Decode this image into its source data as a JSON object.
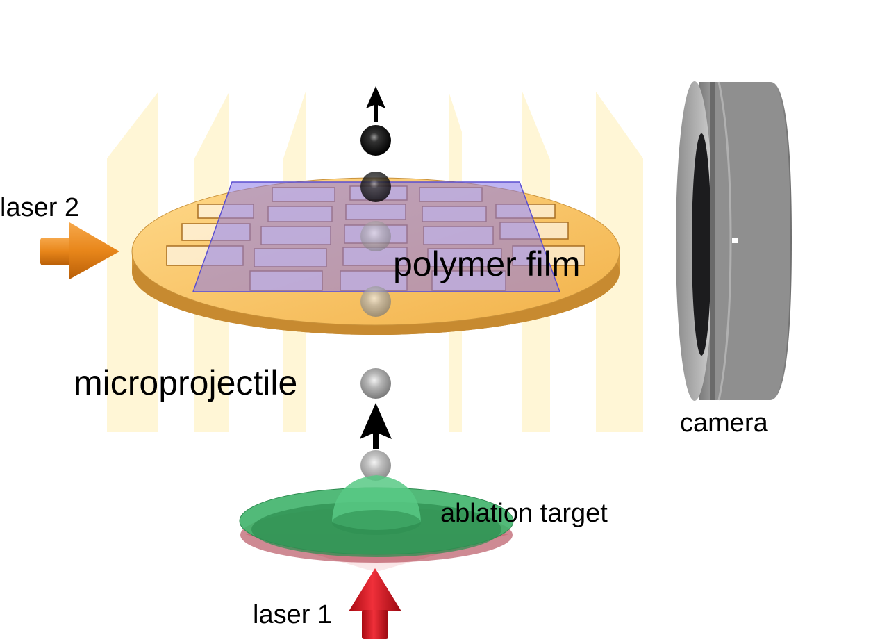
{
  "labels": {
    "laser2": "laser 2",
    "polymer_film": "polymer film",
    "microprojectile": "microprojectile",
    "camera": "camera",
    "ablation_target": "ablation target",
    "laser1": "laser 1"
  },
  "colors": {
    "laser2_arrow": "#e8861a",
    "laser1_arrow": "#d0101a",
    "grid_disc": "#f7c66a",
    "polymer_film": "#8a78e8",
    "ablation_target": "#3fb26a",
    "camera_body": "#9a9a9a",
    "light_sheet": "#fff6d6"
  },
  "icons": {
    "up_arrow": "arrow-up-icon",
    "projectile": "sphere-icon",
    "camera": "camera-icon"
  }
}
